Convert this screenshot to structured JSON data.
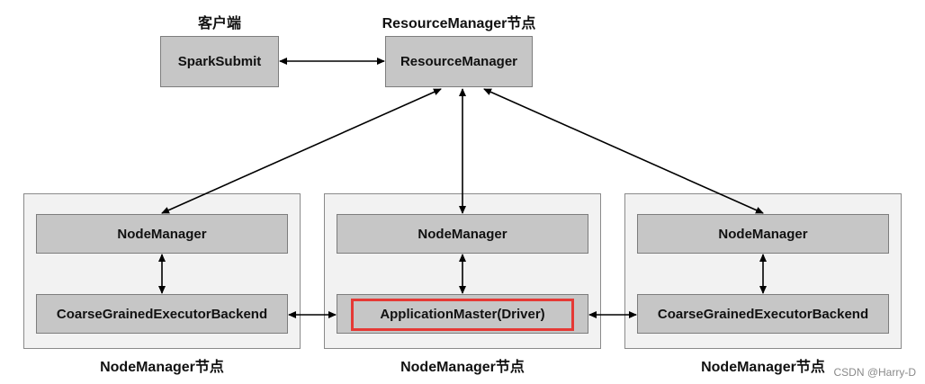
{
  "labels": {
    "client": "客户端",
    "rm_node": "ResourceManager节点",
    "nm_node_left": "NodeManager节点",
    "nm_node_middle": "NodeManager节点",
    "nm_node_right": "NodeManager节点"
  },
  "boxes": {
    "spark_submit": "SparkSubmit",
    "resource_manager": "ResourceManager",
    "left_node_manager": "NodeManager",
    "middle_node_manager": "NodeManager",
    "right_node_manager": "NodeManager",
    "left_executor_backend": "CoarseGrainedExecutorBackend",
    "application_master": "ApplicationMaster(Driver)",
    "right_executor_backend": "CoarseGrainedExecutorBackend"
  },
  "watermark": "CSDN @Harry-D",
  "colors": {
    "highlight": "#e53935",
    "box_fill": "#c6c6c6",
    "container_fill": "#f2f2f2"
  }
}
